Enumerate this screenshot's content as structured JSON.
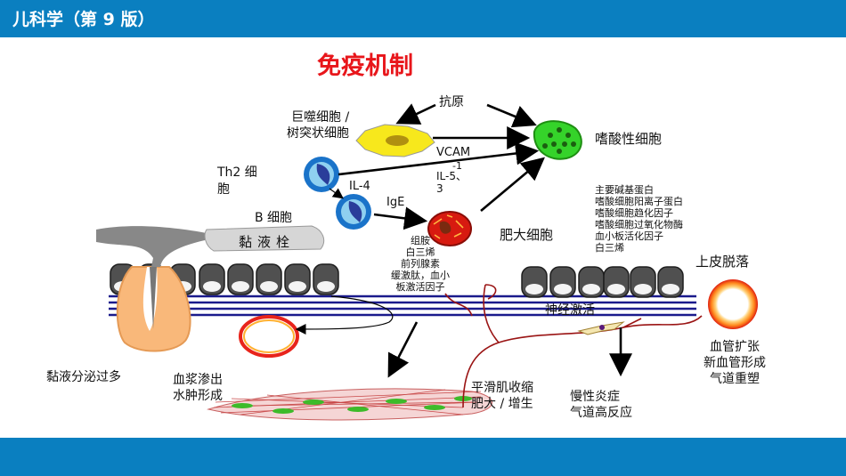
{
  "header": {
    "title": "儿科学（第 9 版）"
  },
  "main_title": "免疫机制",
  "labels": {
    "antigen": "抗原",
    "macrophage": "巨噬细胞 /",
    "dendritic": "树突状细胞",
    "eosinophil": "嗜酸性细胞",
    "th2_line1": "Th2  细",
    "th2_line2": "胞",
    "vcam": "VCAM",
    "vcam_sub": "-1",
    "il5": "IL-5、",
    "il5_sub": "3",
    "il4": "IL-4",
    "ige": "IgE",
    "bcell": "B 细胞",
    "mucus_plug": "黏液栓",
    "mast_cell": "肥大细胞",
    "epithelial_shedding": "上皮脱落",
    "neural_activation": "神经激活",
    "mucus_hypersecretion": "黏液分泌过多",
    "plasma_line1": "血浆渗出",
    "plasma_line2": "水肿形成",
    "smooth_line1": "平滑肌收缩",
    "smooth_line2": "肥大  /  增生",
    "chronic_line1": "慢性炎症",
    "chronic_line2": "气道高反应",
    "vessel_line1": "血管扩张",
    "vessel_line2": "新血管形成",
    "vessel_line3": "气道重塑"
  },
  "mast_mediators": [
    "组胺",
    "白三烯",
    "前列腺素",
    "缓激肽，血小",
    "板激活因子"
  ],
  "eosinophil_mediators": [
    "主要碱基蛋白",
    "嗜酸细胞阳离子蛋白",
    "嗜酸细胞趋化因子",
    "嗜酸细胞过氧化物酶",
    "血小板活化因子",
    "白三烯"
  ],
  "colors": {
    "brand": "#0a7fc0",
    "title_red": "#e8161b",
    "membrane": "#1a1a8c"
  }
}
